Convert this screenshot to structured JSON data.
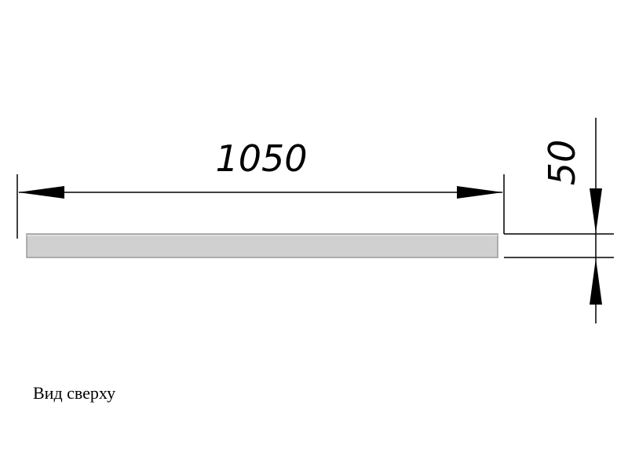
{
  "drawing": {
    "dimensions": {
      "length": "1050",
      "width": "50"
    },
    "view_caption": "Вид сверху"
  },
  "colors": {
    "line": "#000000",
    "plank_fill": "#d0d0d0",
    "plank_edge": "#9a9a9a"
  }
}
